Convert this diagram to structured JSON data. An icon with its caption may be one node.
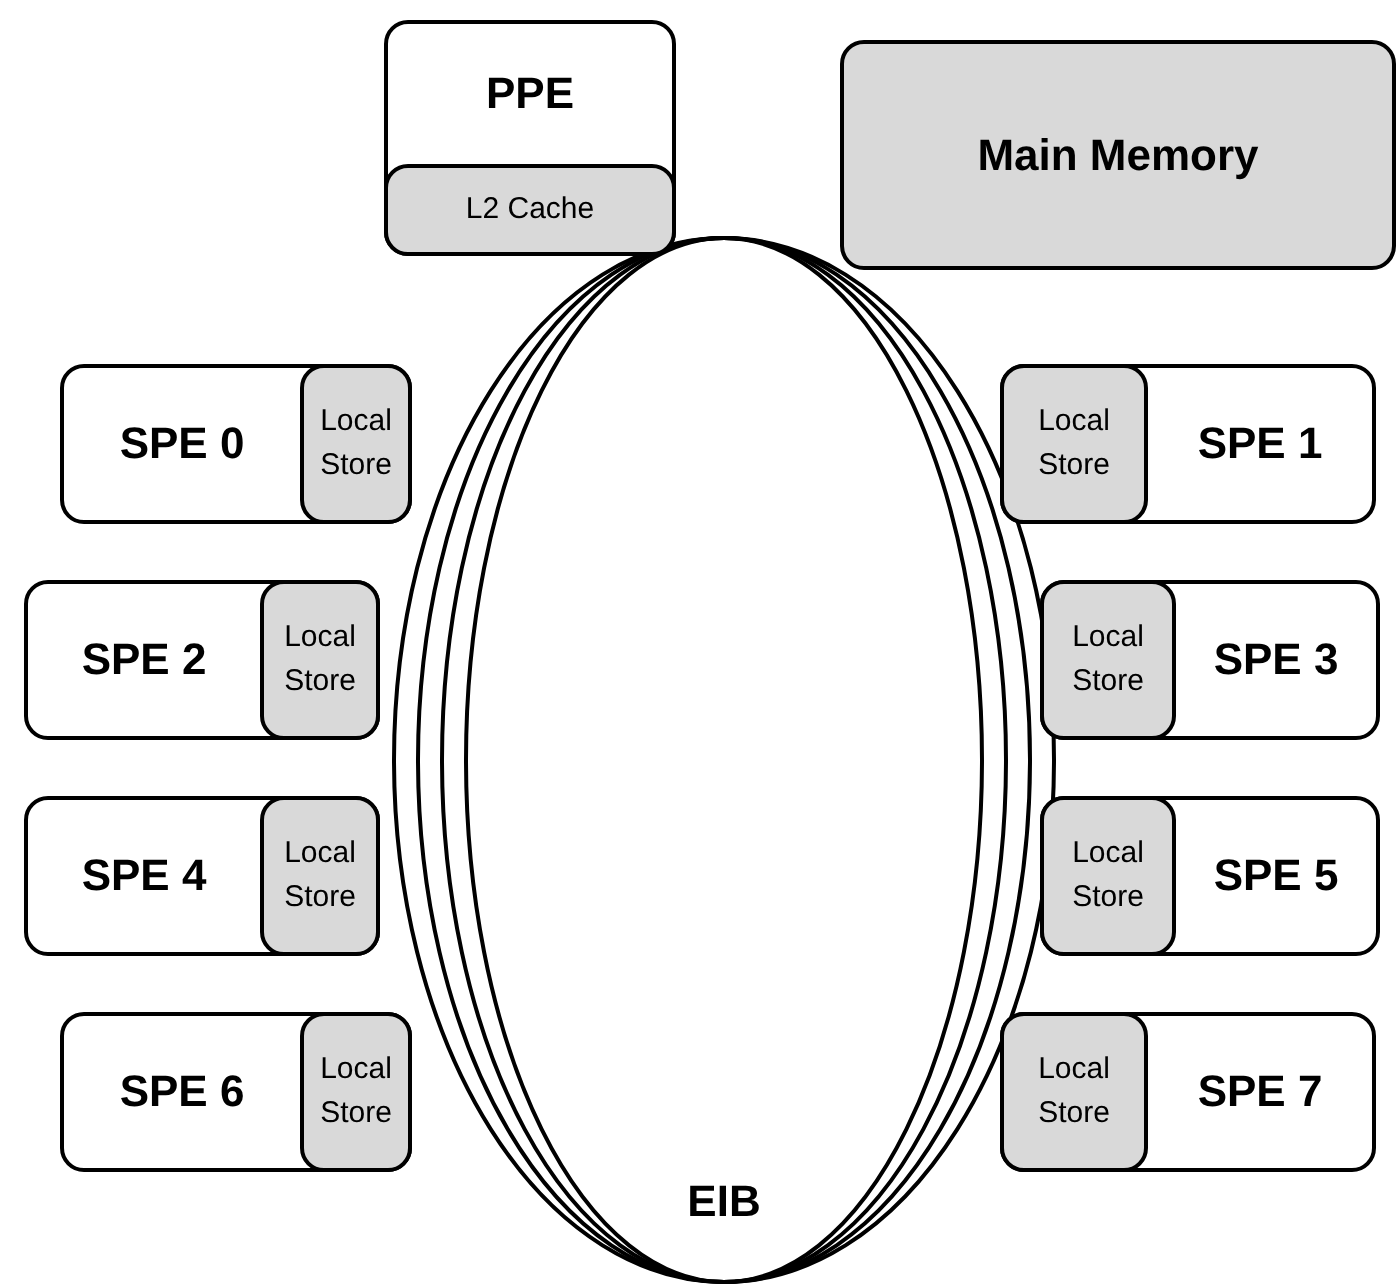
{
  "diagram": {
    "nodes": [
      {
        "text": [
          "PPE"
        ]
      },
      {
        "text": [
          "L2 Cache"
        ],
        "in": 0
      },
      {
        "text": [
          "Main Memory"
        ]
      },
      {
        "text": [
          "SPE 0"
        ]
      },
      {
        "text": [
          "Local Store"
        ],
        "in": 3
      },
      {
        "text": [
          "SPE 1"
        ]
      },
      {
        "text": [
          "Local Store"
        ],
        "in": 5
      },
      {
        "text": [
          "SPE 2"
        ]
      },
      {
        "text": [
          "Local Store"
        ],
        "in": 7
      },
      {
        "text": [
          "SPE 3"
        ]
      },
      {
        "text": [
          "Local Store"
        ],
        "in": 9
      },
      {
        "text": [
          "SPE 4"
        ]
      },
      {
        "text": [
          "Local Store"
        ],
        "in": 11
      },
      {
        "text": [
          "SPE 5"
        ]
      },
      {
        "text": [
          "Local Store"
        ],
        "in": 13
      },
      {
        "text": [
          "SPE 6"
        ]
      },
      {
        "text": [
          "Local Store"
        ],
        "in": 15
      },
      {
        "text": [
          "SPE 7"
        ]
      },
      {
        "text": [
          "Local Store"
        ],
        "in": 17
      },
      {
        "text": [
          "EIB"
        ]
      }
    ],
    "edges": []
  }
}
